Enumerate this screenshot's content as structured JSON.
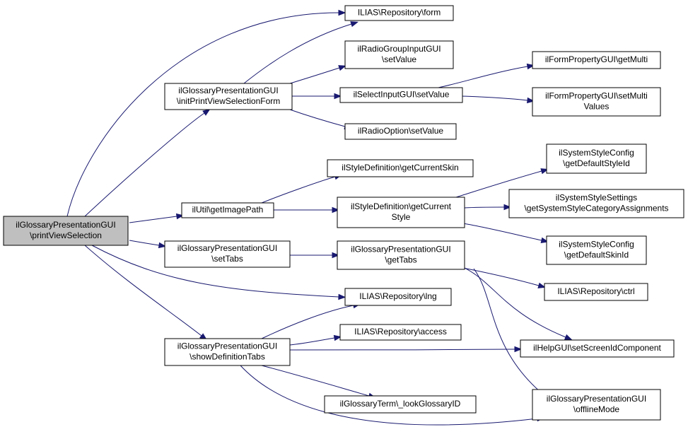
{
  "diagram": {
    "colors": {
      "edge": "#191970",
      "node_border": "#000000",
      "node_fill": "#ffffff",
      "root_fill": "#bfbfbf"
    },
    "nodes": [
      {
        "id": "printView",
        "root": true,
        "lines": [
          "ilGlossaryPresentationGUI",
          "\\printViewSelection"
        ]
      },
      {
        "id": "initPrint",
        "lines": [
          "ilGlossaryPresentationGUI",
          "\\initPrintViewSelectionForm"
        ]
      },
      {
        "id": "getImagePath",
        "lines": [
          "ilUtil\\getImagePath"
        ]
      },
      {
        "id": "setTabs",
        "lines": [
          "ilGlossaryPresentationGUI",
          "\\setTabs"
        ]
      },
      {
        "id": "showDefTabs",
        "lines": [
          "ilGlossaryPresentationGUI",
          "\\showDefinitionTabs"
        ]
      },
      {
        "id": "repoForm",
        "lines": [
          "ILIAS\\Repository\\form"
        ]
      },
      {
        "id": "radioGroup",
        "lines": [
          "ilRadioGroupInputGUI",
          "\\setValue"
        ]
      },
      {
        "id": "selectInput",
        "lines": [
          "ilSelectInputGUI\\setValue"
        ]
      },
      {
        "id": "radioOption",
        "lines": [
          "ilRadioOption\\setValue"
        ]
      },
      {
        "id": "getCurrentSkin",
        "lines": [
          "ilStyleDefinition\\getCurrentSkin"
        ]
      },
      {
        "id": "getCurrentStyle",
        "lines": [
          "ilStyleDefinition\\getCurrent",
          "Style"
        ]
      },
      {
        "id": "getTabs",
        "lines": [
          "ilGlossaryPresentationGUI",
          "\\getTabs"
        ]
      },
      {
        "id": "repoLng",
        "lines": [
          "ILIAS\\Repository\\lng"
        ]
      },
      {
        "id": "repoAccess",
        "lines": [
          "ILIAS\\Repository\\access"
        ]
      },
      {
        "id": "lookGlossary",
        "lines": [
          "ilGlossaryTerm\\_lookGlossaryID"
        ]
      },
      {
        "id": "getMulti",
        "lines": [
          "ilFormPropertyGUI\\getMulti"
        ]
      },
      {
        "id": "setMulti",
        "lines": [
          "ilFormPropertyGUI\\setMulti",
          "Values"
        ]
      },
      {
        "id": "defStyleId",
        "lines": [
          "ilSystemStyleConfig",
          "\\getDefaultStyleId"
        ]
      },
      {
        "id": "catAssign",
        "lines": [
          "ilSystemStyleSettings",
          "\\getSystemStyleCategoryAssignments"
        ]
      },
      {
        "id": "defSkinId",
        "lines": [
          "ilSystemStyleConfig",
          "\\getDefaultSkinId"
        ]
      },
      {
        "id": "repoCtrl",
        "lines": [
          "ILIAS\\Repository\\ctrl"
        ]
      },
      {
        "id": "helpScreen",
        "lines": [
          "ilHelpGUI\\setScreenIdComponent"
        ]
      },
      {
        "id": "offlineMode",
        "lines": [
          "ilGlossaryPresentationGUI",
          "\\offlineMode"
        ]
      }
    ],
    "edges": [
      {
        "from": "printView",
        "to": "repoForm"
      },
      {
        "from": "printView",
        "to": "initPrint"
      },
      {
        "from": "printView",
        "to": "getImagePath"
      },
      {
        "from": "printView",
        "to": "setTabs"
      },
      {
        "from": "printView",
        "to": "repoLng"
      },
      {
        "from": "printView",
        "to": "showDefTabs"
      },
      {
        "from": "initPrint",
        "to": "repoForm"
      },
      {
        "from": "initPrint",
        "to": "radioGroup"
      },
      {
        "from": "initPrint",
        "to": "selectInput"
      },
      {
        "from": "initPrint",
        "to": "radioOption"
      },
      {
        "from": "selectInput",
        "to": "getMulti"
      },
      {
        "from": "selectInput",
        "to": "setMulti"
      },
      {
        "from": "getImagePath",
        "to": "getCurrentSkin"
      },
      {
        "from": "getImagePath",
        "to": "getCurrentStyle"
      },
      {
        "from": "getCurrentStyle",
        "to": "defStyleId"
      },
      {
        "from": "getCurrentStyle",
        "to": "catAssign"
      },
      {
        "from": "getCurrentStyle",
        "to": "defSkinId"
      },
      {
        "from": "setTabs",
        "to": "getTabs"
      },
      {
        "from": "getTabs",
        "to": "repoCtrl"
      },
      {
        "from": "getTabs",
        "to": "helpScreen"
      },
      {
        "from": "getTabs",
        "to": "offlineMode"
      },
      {
        "from": "showDefTabs",
        "to": "repoLng"
      },
      {
        "from": "showDefTabs",
        "to": "repoAccess"
      },
      {
        "from": "showDefTabs",
        "to": "helpScreen"
      },
      {
        "from": "showDefTabs",
        "to": "lookGlossary"
      },
      {
        "from": "showDefTabs",
        "to": "offlineMode"
      }
    ]
  }
}
